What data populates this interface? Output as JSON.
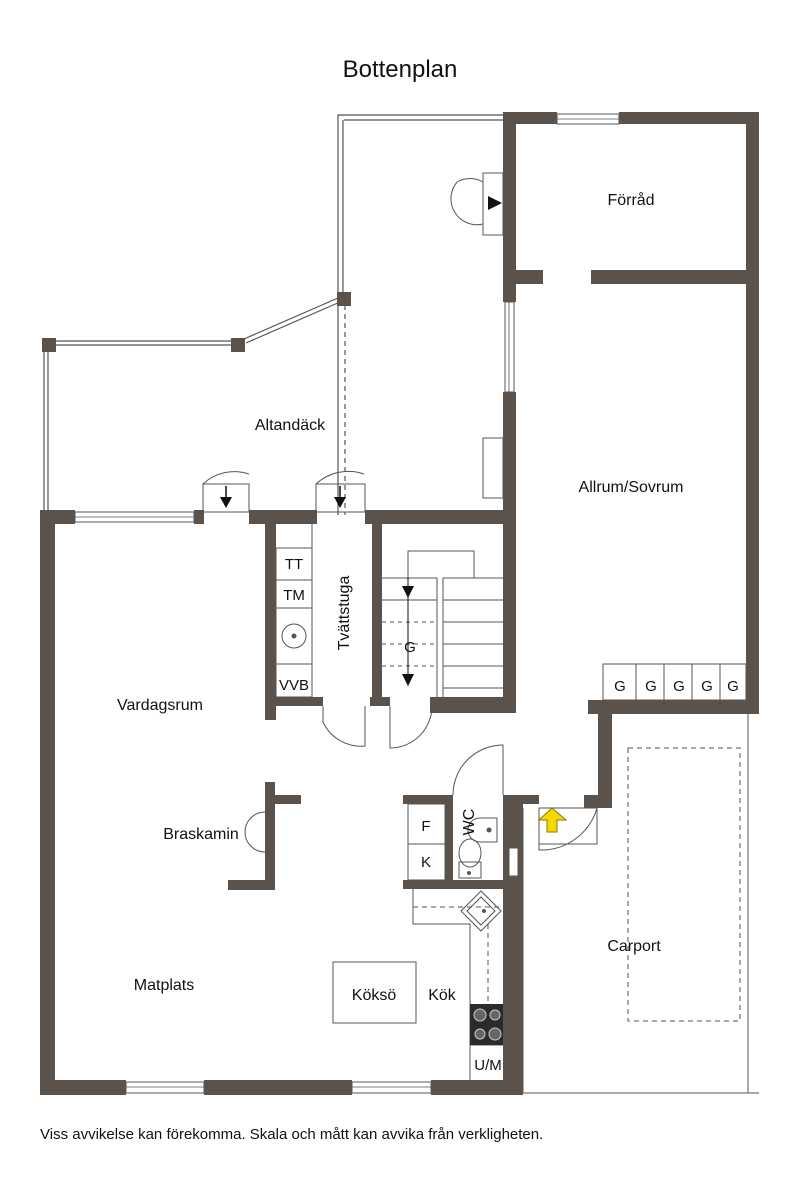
{
  "title": "Bottenplan",
  "footer": "Viss avvikelse kan förekomma. Skala och mått kan avvika från verkligheten.",
  "colors": {
    "wall": "#5a524b",
    "line": "#555555",
    "arrow": "#f5d800"
  },
  "rooms": {
    "forrad": "Förråd",
    "altandack": "Altandäck",
    "allrum": "Allrum/Sovrum",
    "tvattstuga": "Tvättstuga",
    "vardagsrum": "Vardagsrum",
    "braskamin": "Braskamin",
    "carport": "Carport",
    "matplats": "Matplats",
    "kok": "Kök",
    "kokso": "Köksö",
    "wc": "WC"
  },
  "fixtures": {
    "tt": "TT",
    "tm": "TM",
    "vvb": "VVB",
    "stair_g": "G",
    "f": "F",
    "k": "K",
    "um": "U/M",
    "closets": [
      "G",
      "G",
      "G",
      "G",
      "G"
    ]
  }
}
